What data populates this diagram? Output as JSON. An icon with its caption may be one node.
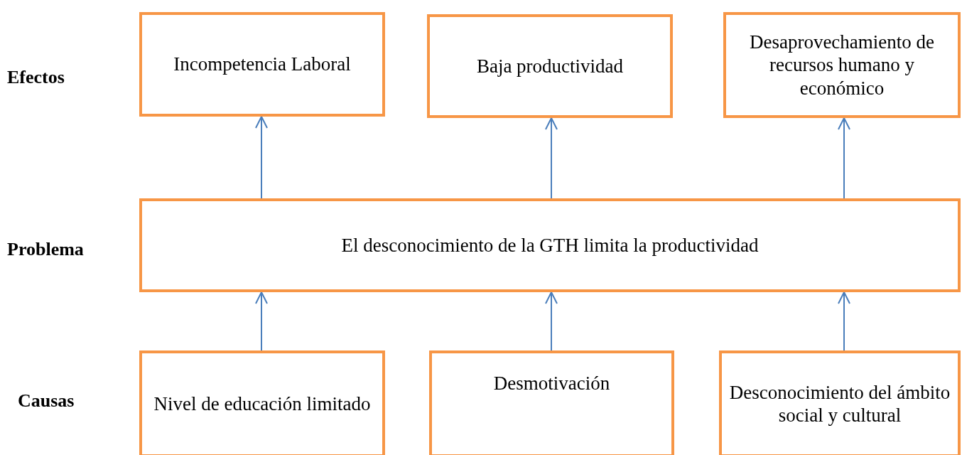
{
  "diagram": {
    "nodes": [
      {
        "text": [
          "Incompetencia Laboral"
        ]
      },
      {
        "text": [
          "Baja productividad"
        ]
      },
      {
        "text": [
          "Desaprovechamiento de recursos humano y económico"
        ]
      },
      {
        "text": [
          "El desconocimiento de la GTH limita la productividad"
        ]
      },
      {
        "text": [
          "Nivel de educación limitado"
        ]
      },
      {
        "text": [
          "Desmotivación"
        ]
      },
      {
        "text": [
          "Desconocimiento del ámbito social y cultural"
        ]
      }
    ],
    "edges": [
      {
        "from": 4,
        "to": 3,
        "arrow": "to"
      },
      {
        "from": 5,
        "to": 3,
        "arrow": "to"
      },
      {
        "from": 6,
        "to": 3,
        "arrow": "to"
      },
      {
        "from": 3,
        "to": 0,
        "arrow": "to"
      },
      {
        "from": 3,
        "to": 1,
        "arrow": "to"
      },
      {
        "from": 3,
        "to": 2,
        "arrow": "to"
      }
    ],
    "labels": [
      "Efectos",
      "Problema",
      "Causas"
    ]
  }
}
